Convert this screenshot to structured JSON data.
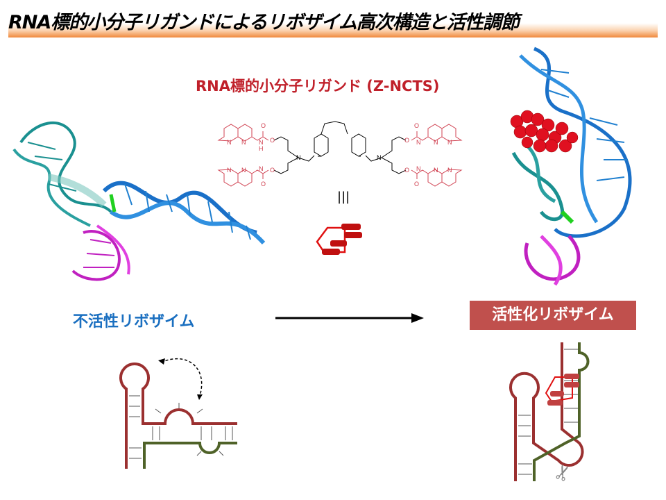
{
  "title": "RNA標的小分子リガンドによるリボザイム高次構造と活性調節",
  "ligand": {
    "title": "RNA標的小分子リガンド (Z-NCTS)",
    "equivalence_symbol": "|||",
    "atoms": {
      "N": "N",
      "O": "O",
      "H": "H"
    }
  },
  "labels": {
    "inactive": "不活性リボザイム",
    "active": "活性化リボザイム"
  },
  "colors": {
    "title_gradient": "#f0883c",
    "ligand_red": "#c0202a",
    "inactive_blue": "#1a6fc0",
    "active_badge": "#c0504d",
    "strand_brown": "#9b3030",
    "strand_olive": "#4f6228"
  }
}
